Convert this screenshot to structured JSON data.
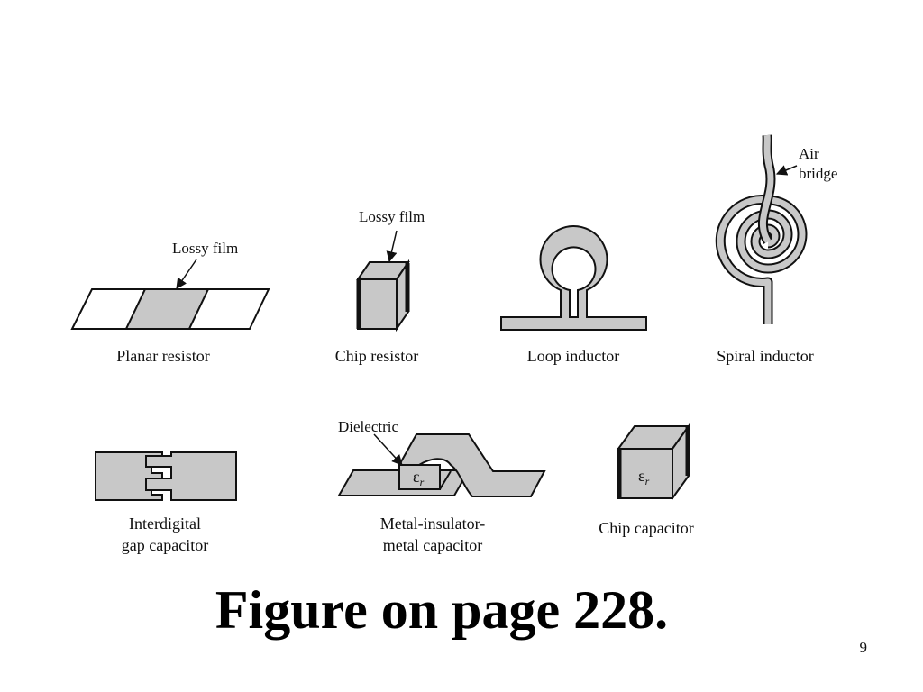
{
  "title": "Figure on page 228.",
  "page_number": "9",
  "components": {
    "planar_resistor": {
      "caption": "Planar resistor",
      "annotation": "Lossy film"
    },
    "chip_resistor": {
      "caption": "Chip resistor",
      "annotation": "Lossy film"
    },
    "loop_inductor": {
      "caption": "Loop inductor"
    },
    "spiral_inductor": {
      "caption": "Spiral inductor",
      "annotation_line1": "Air",
      "annotation_line2": "bridge"
    },
    "interdigital_gap_capacitor": {
      "caption_line1": "Interdigital",
      "caption_line2": "gap capacitor"
    },
    "mim_capacitor": {
      "caption_line1": "Metal-insulator-",
      "caption_line2": "metal capacitor",
      "annotation": "Dielectric",
      "symbol": "ε",
      "symbol_subscript": "r"
    },
    "chip_capacitor": {
      "caption": "Chip capacitor",
      "symbol": "ε",
      "symbol_subscript": "r"
    }
  },
  "colors": {
    "component_fill": "#c8c8c8",
    "outline": "#111111",
    "background": "#ffffff"
  }
}
